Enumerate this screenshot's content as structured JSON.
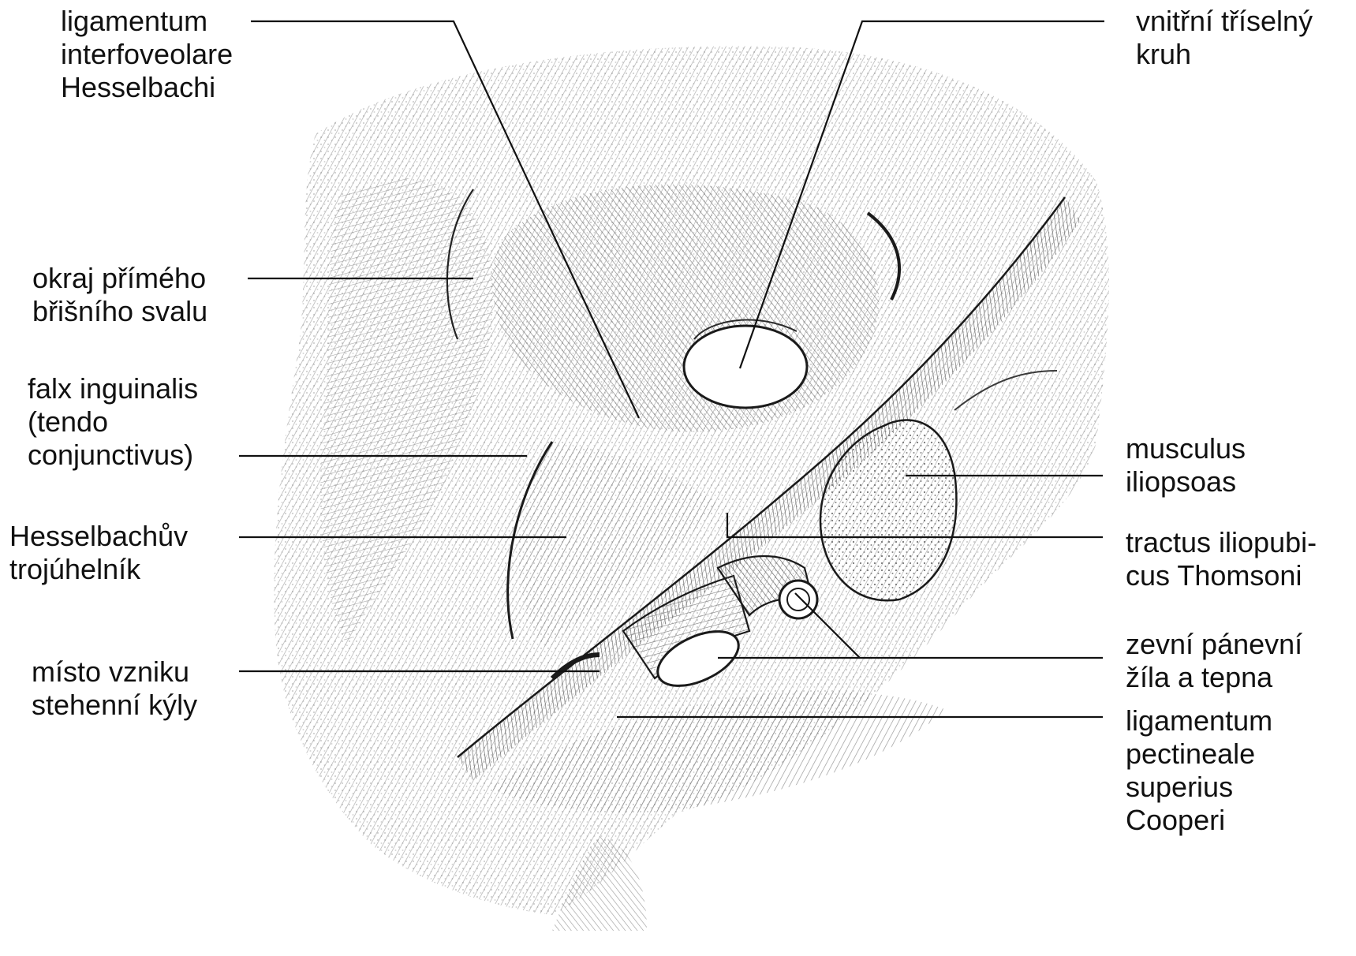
{
  "labels": {
    "lig_interfoveolare": [
      "ligamentum",
      "interfoveolare",
      "Hesselbachi"
    ],
    "vnitrni_kruh": [
      "vnitřní tříselný",
      "kruh"
    ],
    "okraj_svalu": [
      "okraj přímého",
      "břišního svalu"
    ],
    "falx_inguinalis": [
      "falx inguinalis",
      "(tendo",
      "conjunctivus)"
    ],
    "hesselbachuv": [
      "Hesselbachův",
      "trojúhelník"
    ],
    "misto_vzniku": [
      "místo vzniku",
      "stehenní kýly"
    ],
    "iliopsoas": [
      "musculus",
      "iliopsoas"
    ],
    "tractus": [
      "tractus iliopubi-",
      "cus Thomsoni"
    ],
    "zevni_zila": [
      "zevní pánevní",
      "žíla a tepna"
    ],
    "lig_pectineale": [
      "ligamentum",
      "pectineale",
      "superius",
      "Cooperi"
    ]
  },
  "colors": {
    "ink": "#111111",
    "shading": "#8a8a8a",
    "background": "#ffffff"
  }
}
